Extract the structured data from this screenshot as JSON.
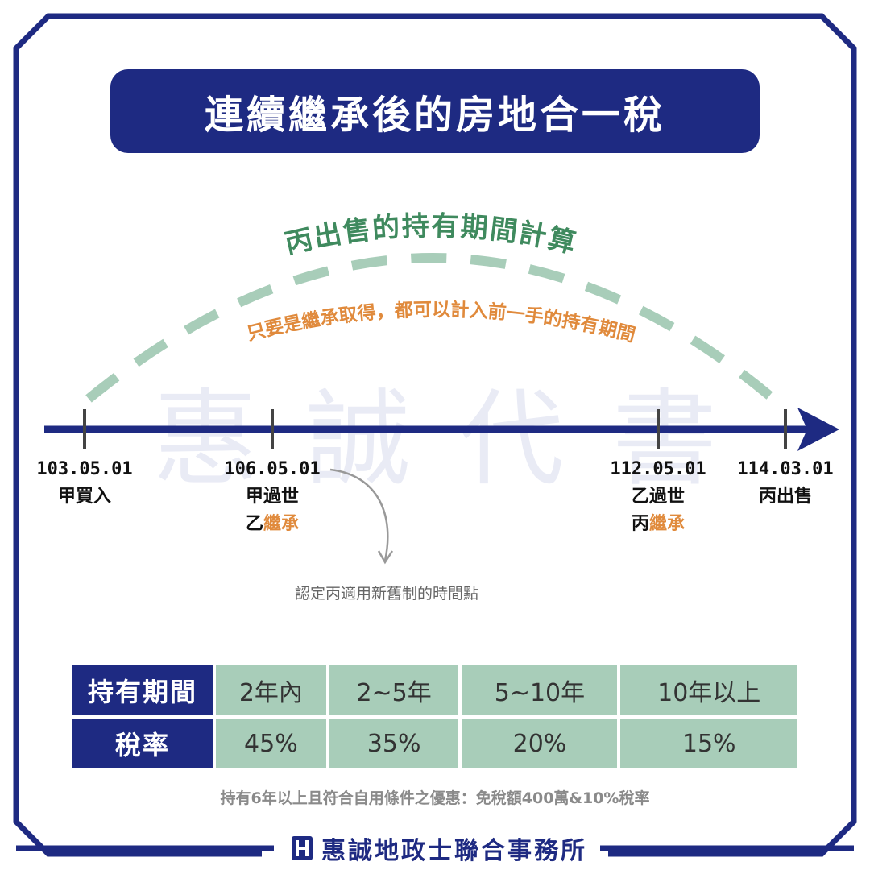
{
  "title": "連續繼承後的房地合一稅",
  "watermark": "惠誠代書",
  "arc": {
    "heading": "丙出售的持有期間計算",
    "subheading": "只要是繼承取得，都可以計入前一手的持有期間"
  },
  "timeline": [
    {
      "date": "103.05.01",
      "line1": "甲買入",
      "line2_prefix": "",
      "line2_highlight": ""
    },
    {
      "date": "106.05.01",
      "line1": "甲過世",
      "line2_prefix": "乙",
      "line2_highlight": "繼承"
    },
    {
      "date": "112.05.01",
      "line1": "乙過世",
      "line2_prefix": "丙",
      "line2_highlight": "繼承"
    },
    {
      "date": "114.03.01",
      "line1": "丙出售",
      "line2_prefix": "",
      "line2_highlight": ""
    }
  ],
  "note": "認定丙適用新舊制的時間點",
  "rate_table": {
    "row1_header": "持有期間",
    "periods": [
      "2年內",
      "2~5年",
      "5~10年",
      "10年以上"
    ],
    "row2_header": "稅率",
    "rates": [
      "45%",
      "35%",
      "20%",
      "15%"
    ]
  },
  "footnote": "持有6年以上且符合自用條件之優惠：免稅額400萬&10%稅率",
  "brand": "惠誠地政士聯合事務所",
  "colors": {
    "navy": "#1e2a82",
    "green": "#3f8a5e",
    "orange": "#e08a3c",
    "teal": "#a8cdb9"
  }
}
